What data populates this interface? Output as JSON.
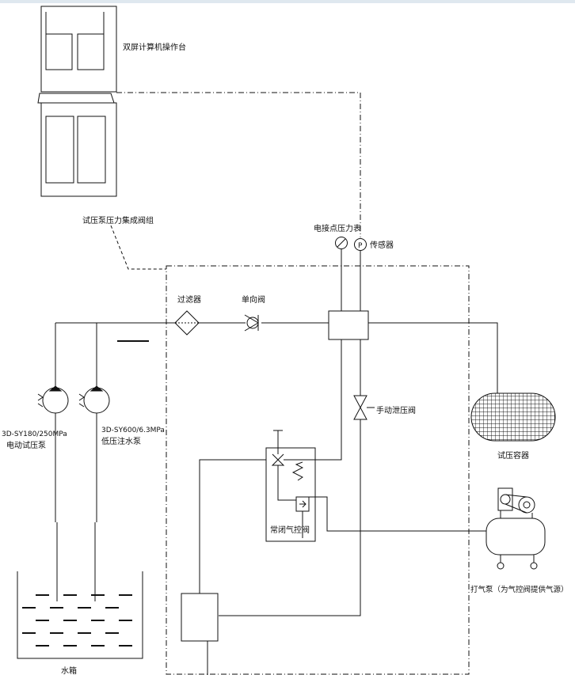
{
  "labels": {
    "console": "双屏计算机操作台",
    "manifold": "试压泵压力集成阀组",
    "contact_gauge": "电接点压力表",
    "sensor": "传感器",
    "sensor_symbol": "P",
    "filter": "过滤器",
    "check_valve": "单向阀",
    "manual_relief_valve": "手动泄压阀",
    "pneumatic_valve": "常闭气控阀",
    "test_vessel": "试压容器",
    "air_pump": "打气泵（为气控阀提供气源）",
    "electric_pump_model": "3D-SY180/250MPa",
    "electric_pump_name": "电动试压泵",
    "low_pump_model": "3D-SY600/6.3MPa",
    "low_pump_name": "低压注水泵",
    "water_tank": "水箱"
  },
  "colors": {
    "line": "#111111",
    "background": "#ffffff"
  }
}
